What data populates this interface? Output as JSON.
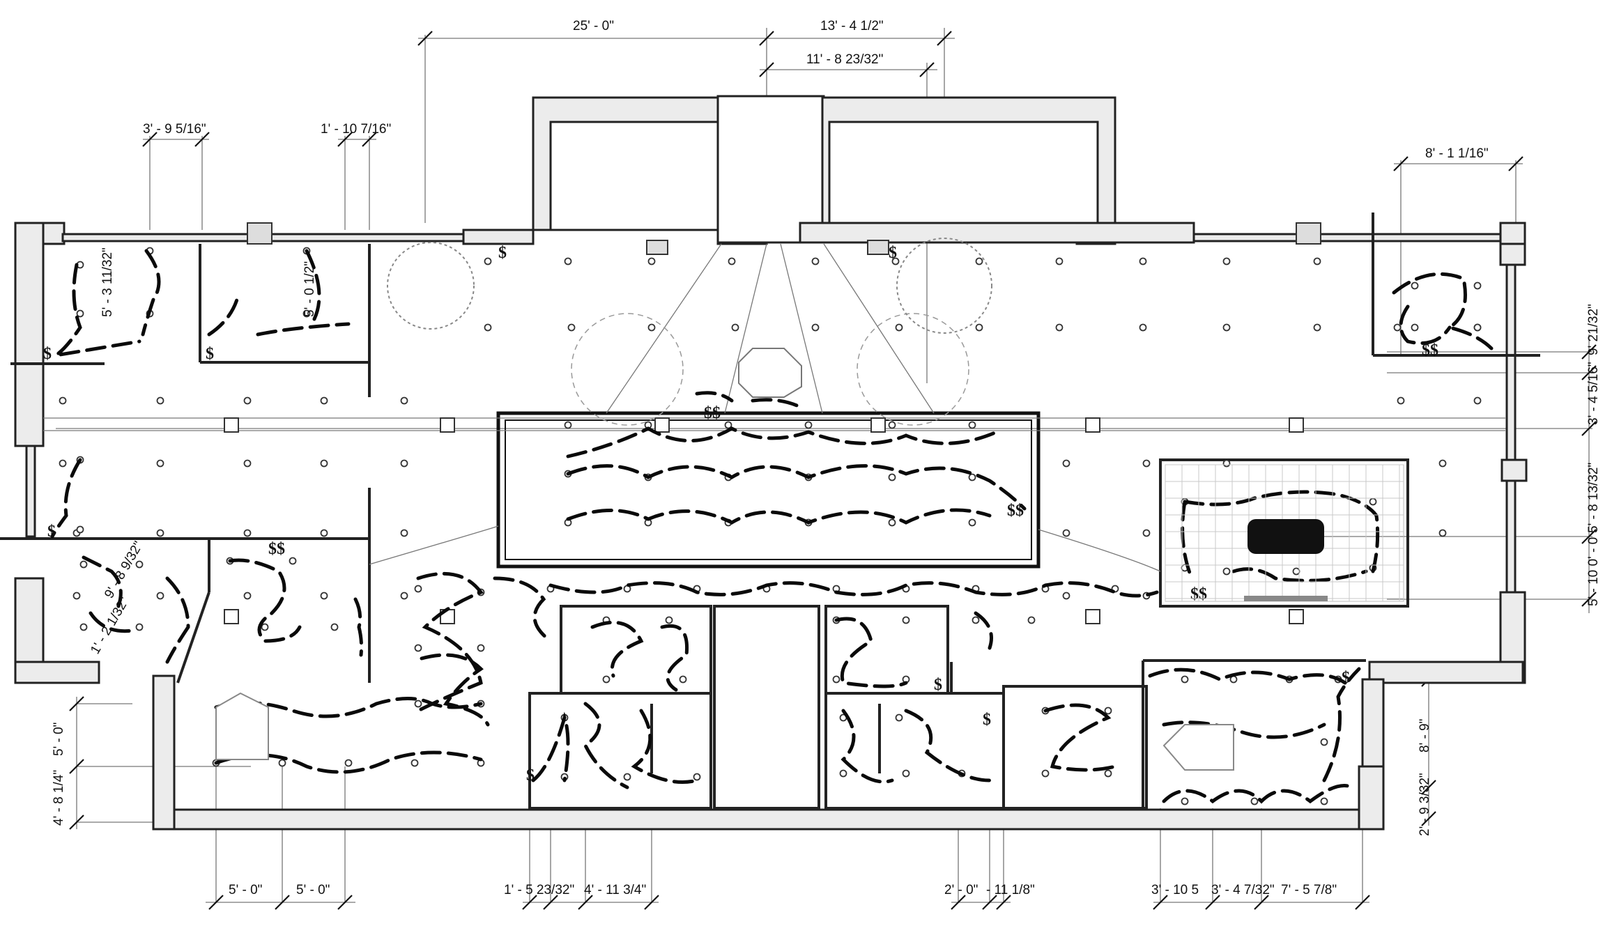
{
  "dimensions": {
    "top_25ft": "25' - 0\"",
    "top_13ft": "13' - 4 1/2\"",
    "top_11ft": "11' - 8 23/32\"",
    "top_left_3ft": "3' - 9 5/16\"",
    "top_left_1ft": "1' - 10 7/16\"",
    "top_right_8ft": "8' - 1 1/16\"",
    "room_5ft_3": "5' - 3 11/32\"",
    "room_5ft_0": "5' - 0 1/2\"",
    "diag_9ft": "9' - 8 9/32\"",
    "diag_1ft": "1' - 2 1/32\"",
    "right_3ft": "3' - 4 5/16\"",
    "right_9ft": "9' 21/32\"",
    "right_5ft": "5' - 10 0' - 0",
    "right_5ft_8": "5' - 8 13/32\"",
    "right_8ft9": "8' - 9\"",
    "right_2ft": "2' - 9 3/32\"",
    "left_5ft": "5' - 0\"",
    "left_4ft": "4' - 8 1/4\"",
    "bottom_5ft_a": "5' - 0\"",
    "bottom_5ft_b": "5' - 0\"",
    "bottom_1ft": "1' - 5 23/32\"",
    "bottom_4ft": "4' - 11 3/4\"",
    "bottom_2ft": "2' - 0\"",
    "bottom_11": "- 11 1/8\"",
    "bottom_3ft": "3' - 10 5",
    "bottom_3ft_b": "3' - 4 7/32\"",
    "bottom_7ft": "7' - 5 7/8\""
  },
  "colors": {
    "line": "#111111",
    "wall_fill": "#ececec",
    "background": "#ffffff"
  },
  "icons": [
    "light-fixture-icon",
    "switch-symbol-icon",
    "tree-symbol-icon",
    "grid-column-icon"
  ]
}
